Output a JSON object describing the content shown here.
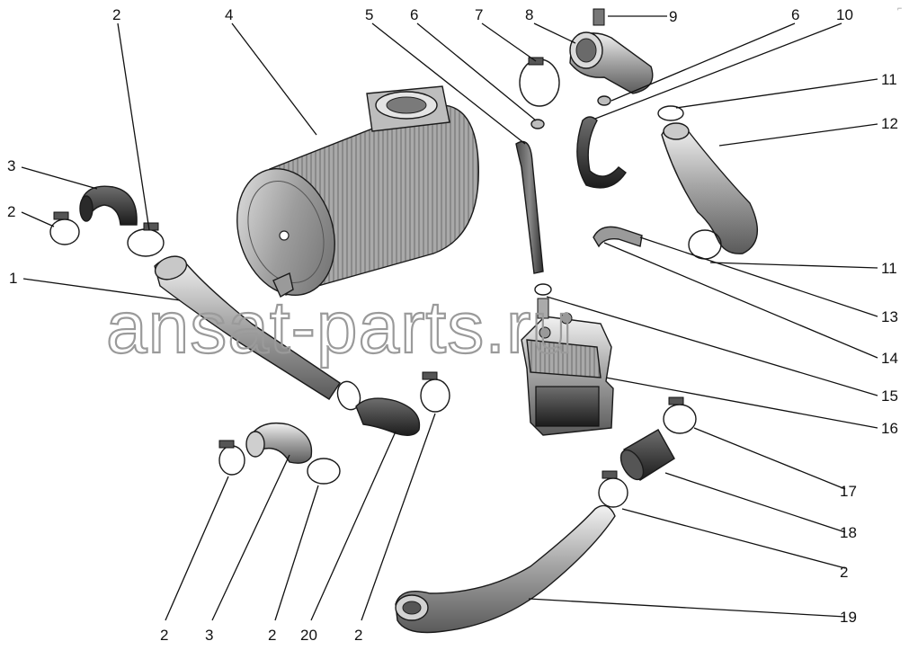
{
  "watermark": "ansat-parts.ru",
  "corner_mark": "⌐",
  "labels": {
    "l2_top": "2",
    "l3_left": "3",
    "l2_left": "2",
    "l1": "1",
    "l4": "4",
    "l5": "5",
    "l6_a": "6",
    "l7": "7",
    "l8": "8",
    "l9": "9",
    "l6_b": "6",
    "l10": "10",
    "l11_top": "11",
    "l12": "12",
    "l11_bottom": "11",
    "l13": "13",
    "l14": "14",
    "l15": "15",
    "l16": "16",
    "l17": "17",
    "l18": "18",
    "l2_right": "2",
    "l19": "19",
    "l2_b1": "2",
    "l3_b": "3",
    "l2_b2": "2",
    "l20": "20",
    "l2_b3": "2"
  },
  "colors": {
    "line": "#111111",
    "part_dark": "#3a3a3a",
    "part_mid": "#8c8c8c",
    "part_light": "#d6d6d6",
    "watermark": "#9a9a9a"
  }
}
